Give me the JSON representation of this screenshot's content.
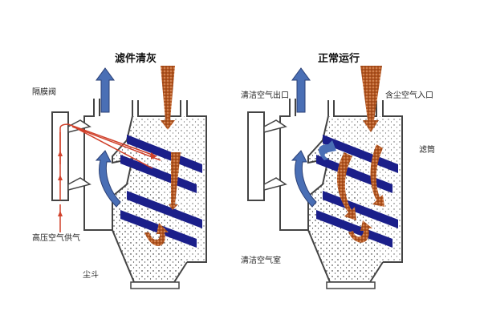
{
  "left_panel": {
    "title": "滤件清灰",
    "labels": {
      "valve": "隔膜阀",
      "air_supply": "高压空气供气",
      "hopper": "尘斗"
    }
  },
  "right_panel": {
    "title": "正常运行",
    "labels": {
      "clean_outlet": "清洁空气出口",
      "dirty_inlet": "含尘空气入口",
      "filter": "滤筒",
      "clean_chamber": "清洁空气室"
    }
  },
  "colors": {
    "blue_arrow": "#4a6fb5",
    "filter_band": "#1b1f8a",
    "dust_arrow": "#b5551f",
    "pulse": "#d0402a"
  }
}
